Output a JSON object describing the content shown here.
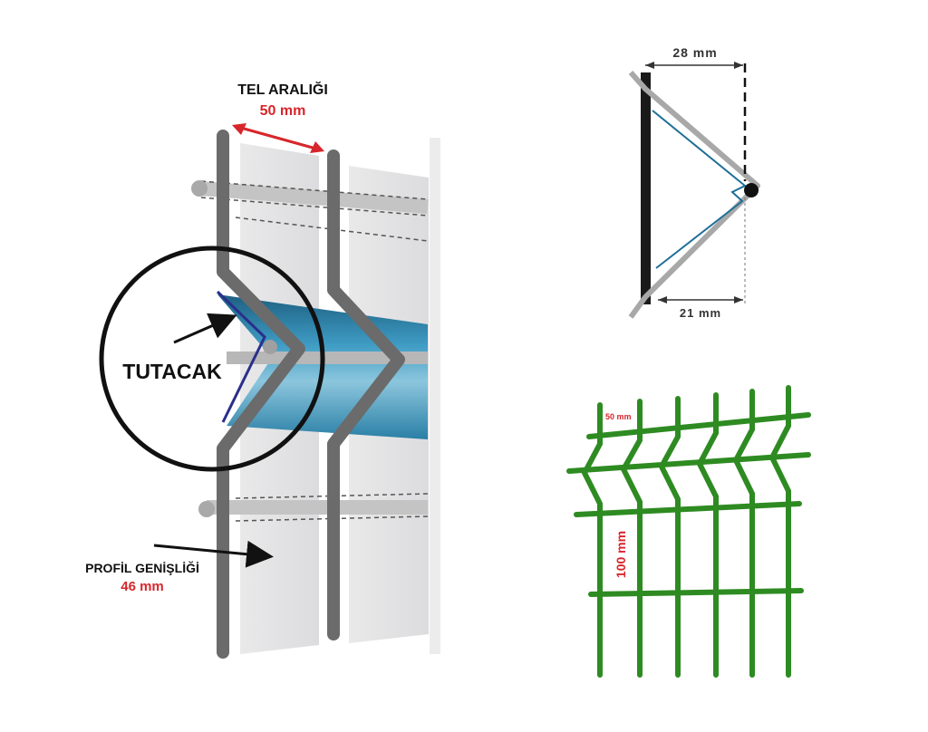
{
  "main_figure": {
    "wire_spacing_title": "TEL ARALIĞI",
    "wire_spacing_value": "50 mm",
    "holder_label": "TUTACAK",
    "profile_width_title": "PROFİL GENİŞLİĞİ",
    "profile_width_value": "46 mm"
  },
  "cross_section": {
    "top_dimension": "28 mm",
    "bottom_dimension": "21 mm"
  },
  "green_panel": {
    "spacing_top": "50 mm",
    "spacing_vertical": "100 mm"
  },
  "colors": {
    "red_value": "#d7262b",
    "wire_gray": "#6b6b6b",
    "rail_blue": "#2e8fb6",
    "panel_green": "#2e8b22"
  }
}
